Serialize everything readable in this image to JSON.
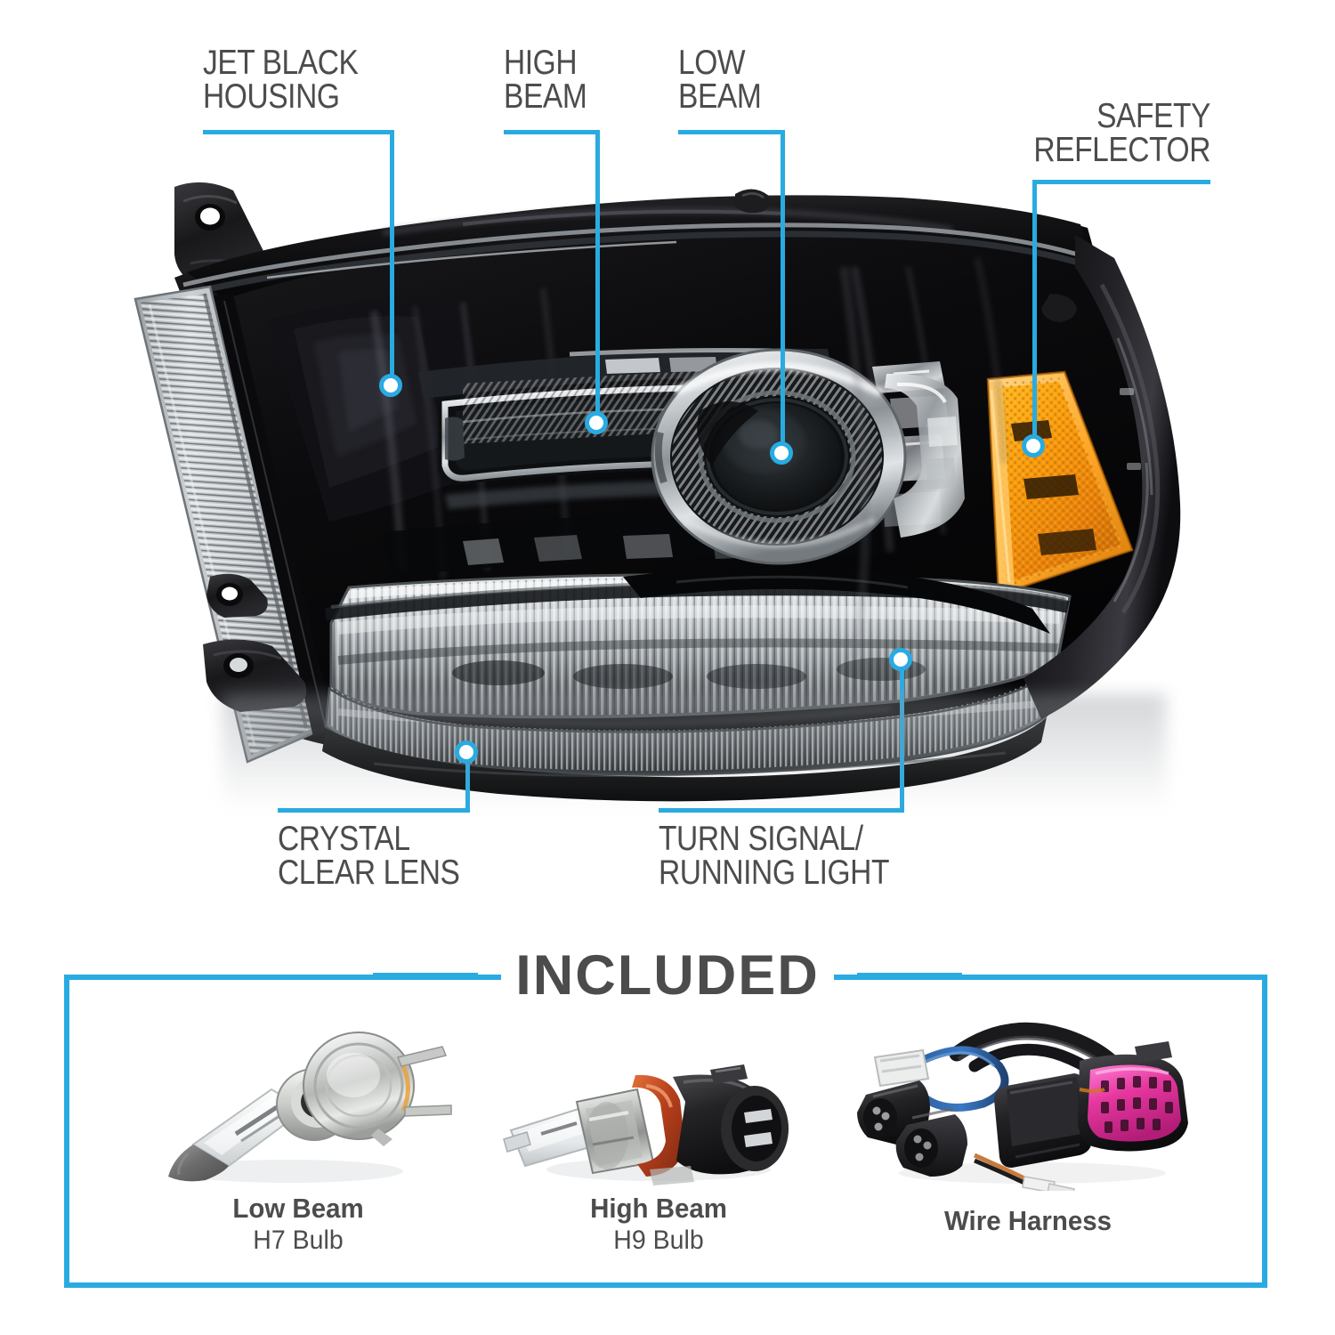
{
  "product": {
    "type": "headlight-assembly",
    "view": "three-quarter-front"
  },
  "accent_color": "#29abe2",
  "text_color": "#4c4c4c",
  "callouts": [
    {
      "id": "jet-black-housing",
      "label": "JET BLACK\nHOUSING",
      "align": "left",
      "position": "top"
    },
    {
      "id": "high-beam",
      "label": "HIGH\nBEAM",
      "align": "left",
      "position": "top"
    },
    {
      "id": "low-beam",
      "label": "LOW\nBEAM",
      "align": "left",
      "position": "top"
    },
    {
      "id": "safety-reflector",
      "label": "SAFETY\nREFLECTOR",
      "align": "right",
      "position": "top"
    },
    {
      "id": "crystal-clear-lens",
      "label": "CRYSTAL\nCLEAR LENS",
      "align": "left",
      "position": "bottom"
    },
    {
      "id": "turn-signal-running-light",
      "label": "TURN SIGNAL/\nRUNNING LIGHT",
      "align": "left",
      "position": "bottom"
    }
  ],
  "included": {
    "heading": "INCLUDED",
    "items": [
      {
        "id": "low-beam-bulb",
        "title": "Low Beam",
        "subtitle": "H7 Bulb",
        "art": "halogen-bulb-disc-base"
      },
      {
        "id": "high-beam-bulb",
        "title": "High Beam",
        "subtitle": "H9 Bulb",
        "art": "halogen-bulb-connector"
      },
      {
        "id": "wire-harness",
        "title": "Wire Harness",
        "subtitle": "",
        "art": "wiring-harness-module"
      }
    ]
  }
}
